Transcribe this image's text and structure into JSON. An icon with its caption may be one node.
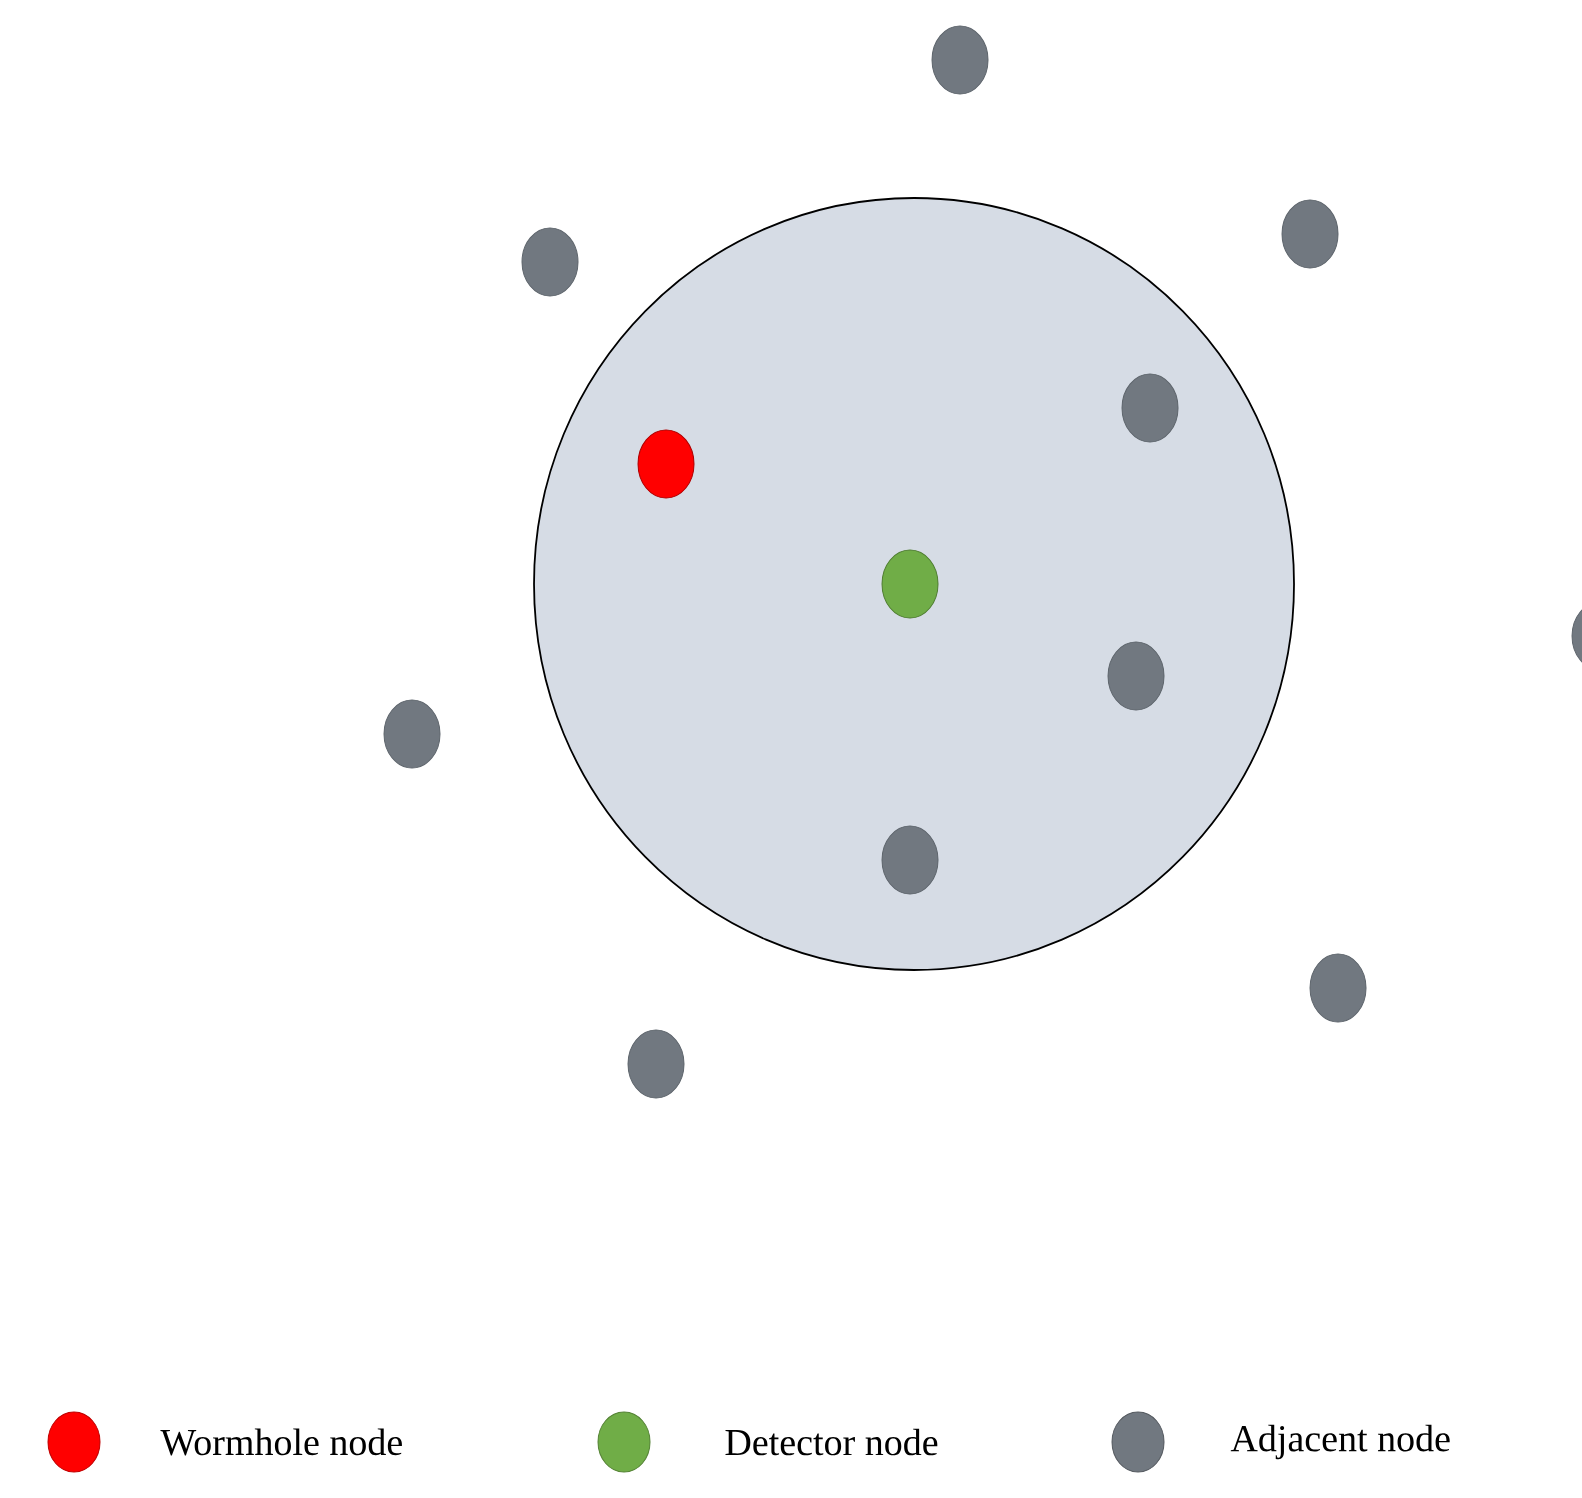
{
  "diagram": {
    "nodes": [
      {
        "text": [],
        "shape": "circle"
      },
      {
        "text": [],
        "shape": "circle"
      },
      {
        "text": [],
        "shape": "circle"
      },
      {
        "text": [],
        "shape": "circle"
      },
      {
        "text": [],
        "shape": "circle",
        "in": 0
      },
      {
        "text": [],
        "shape": "circle",
        "in": 0
      },
      {
        "text": [],
        "shape": "circle",
        "in": 0
      },
      {
        "text": [],
        "shape": "circle"
      },
      {
        "text": [],
        "shape": "circle",
        "in": 0
      },
      {
        "text": [],
        "shape": "circle"
      },
      {
        "text": [],
        "shape": "circle",
        "in": 0
      },
      {
        "text": [],
        "shape": "circle"
      },
      {
        "text": [],
        "shape": "circle"
      }
    ],
    "legend": [
      {
        "text": "Wormhole node",
        "color": "#ff0000"
      },
      {
        "text": "Detector node",
        "color": "#70ad47"
      },
      {
        "text": "Adjacent node",
        "color": "#717880"
      }
    ]
  }
}
